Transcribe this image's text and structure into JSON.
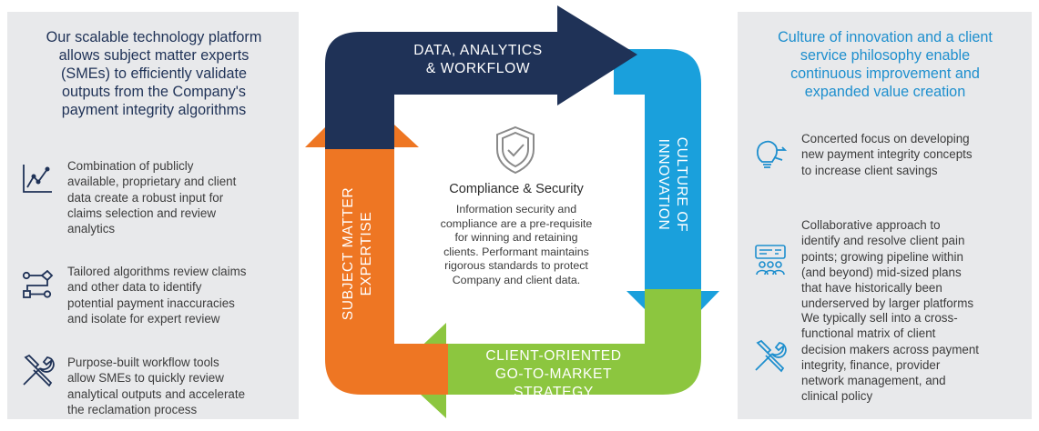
{
  "left_panel": {
    "heading": "Our scalable technology platform\nallows subject matter experts\n(SMEs) to efficiently validate\noutputs from the Company's\npayment integrity algorithms",
    "items": [
      {
        "icon": "line-chart-icon",
        "text": "Combination of publicly\navailable, proprietary and client\ndata create a robust input for\nclaims selection and review\nanalytics"
      },
      {
        "icon": "workflow-nodes-icon",
        "text": "Tailored algorithms review claims\nand other data to identify\npotential payment inaccuracies\nand isolate for expert review"
      },
      {
        "icon": "tools-icon",
        "text": "Purpose-built workflow tools\nallow SMEs to quickly review\nanalytical outputs and accelerate\nthe reclamation process"
      }
    ]
  },
  "right_panel": {
    "heading": "Culture of innovation and a client\nservice philosophy enable\ncontinuous improvement and\nexpanded value creation",
    "items": [
      {
        "icon": "lightbulb-icon",
        "text": "Concerted focus on developing\nnew payment integrity concepts\nto increase client savings"
      },
      {
        "icon": "collaboration-icon",
        "text": "Collaborative approach to\nidentify and resolve client pain\npoints; growing pipeline within\n(and beyond) mid-sized plans\nthat have historically been\nunderserved by larger platforms"
      },
      {
        "icon": "tools-icon",
        "text": "We typically sell into a cross-\nfunctional matrix of client\ndecision makers across payment\nintegrity, finance, provider\nnetwork management, and\nclinical policy"
      }
    ]
  },
  "cycle": {
    "top": "DATA, ANALYTICS\n& WORKFLOW",
    "right": "CULTURE OF\nINNOVATION",
    "bottom": "CLIENT-ORIENTED\nGO-TO-MARKET\nSTRATEGY",
    "left": "SUBJECT MATTER\nEXPERTISE",
    "colors": {
      "top": "#1f3257",
      "right": "#1aa0dc",
      "bottom": "#8cc63f",
      "left": "#ee7623"
    }
  },
  "center": {
    "icon": "shield-check-icon",
    "title": "Compliance & Security",
    "body": "Information security and\ncompliance are a pre-requisite\nfor winning and retaining\nclients. Performant maintains\nrigorous standards to protect\nCompany and client data."
  }
}
